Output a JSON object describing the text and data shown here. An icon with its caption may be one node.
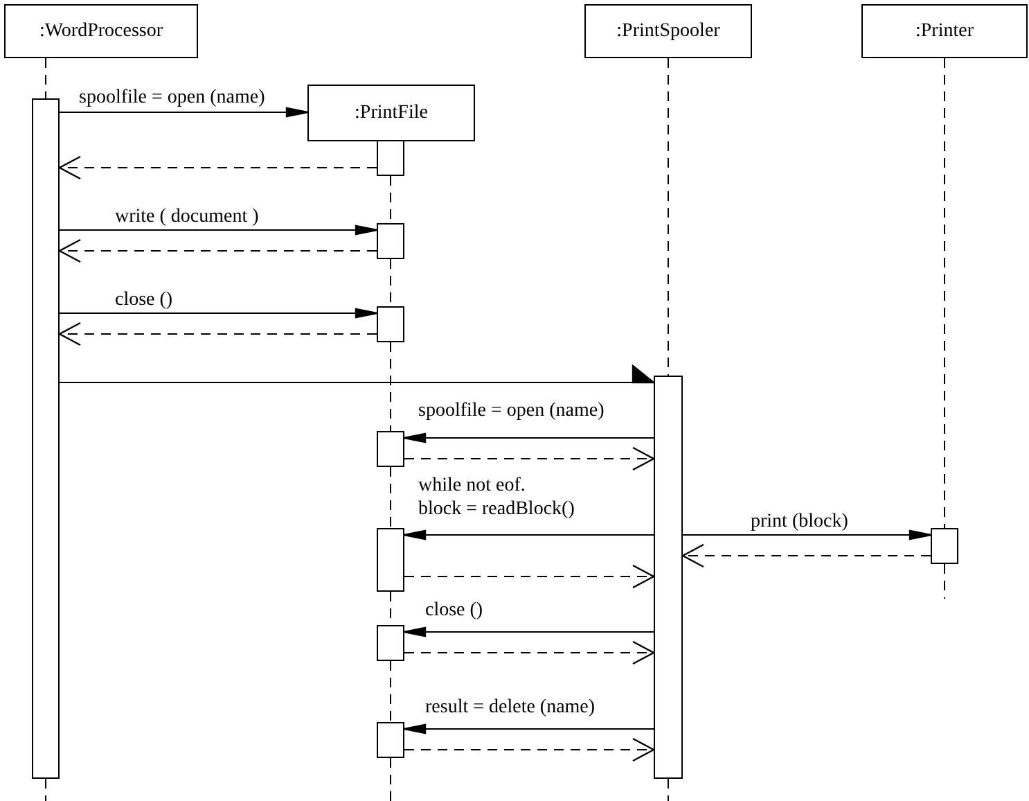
{
  "diagram": {
    "nodes": [
      {
        "text": [
          ":WordProcessor"
        ]
      },
      {
        "text": [
          ":PrintFile"
        ]
      },
      {
        "text": [
          ":PrintSpooler"
        ]
      },
      {
        "text": [
          ":Printer"
        ]
      },
      {
        "text": [],
        "shape": "bar"
      },
      {
        "text": [],
        "shape": "bar"
      },
      {
        "text": [],
        "shape": "bar"
      },
      {
        "text": [],
        "shape": "bar"
      },
      {
        "text": [],
        "shape": "bar"
      },
      {
        "text": [],
        "shape": "bar"
      },
      {
        "text": [],
        "shape": "bar"
      },
      {
        "text": [],
        "shape": "bar"
      },
      {
        "text": [],
        "shape": "bar"
      },
      {
        "text": [],
        "shape": "bar"
      }
    ],
    "edges": [
      {
        "from": 4,
        "to": 1,
        "arrow": "to",
        "label": "spoolfile = open (name)"
      },
      {
        "from": 5,
        "to": 4,
        "arrow": "to",
        "style": "dashed"
      },
      {
        "from": 4,
        "to": 6,
        "arrow": "to",
        "label": "write ( document )"
      },
      {
        "from": 6,
        "to": 4,
        "arrow": "to",
        "style": "dashed"
      },
      {
        "from": 4,
        "to": 7,
        "arrow": "to",
        "label": "close ()"
      },
      {
        "from": 7,
        "to": 4,
        "arrow": "to",
        "style": "dashed"
      },
      {
        "from": 4,
        "to": 12,
        "arrow": "to"
      },
      {
        "from": 12,
        "to": 8,
        "arrow": "to",
        "label": "spoolfile = open (name)"
      },
      {
        "from": 8,
        "to": 12,
        "arrow": "to",
        "style": "dashed"
      },
      {
        "from": 12,
        "to": 9,
        "arrow": "to",
        "label": "while not eof. block = readBlock()"
      },
      {
        "from": 9,
        "to": 12,
        "arrow": "to",
        "style": "dashed"
      },
      {
        "from": 12,
        "to": 13,
        "arrow": "to",
        "label": "print (block)"
      },
      {
        "from": 13,
        "to": 12,
        "arrow": "to",
        "style": "dashed"
      },
      {
        "from": 12,
        "to": 10,
        "arrow": "to",
        "label": "close ()"
      },
      {
        "from": 10,
        "to": 12,
        "arrow": "to",
        "style": "dashed"
      },
      {
        "from": 12,
        "to": 11,
        "arrow": "to",
        "label": "result = delete (name)"
      },
      {
        "from": 11,
        "to": 12,
        "arrow": "to",
        "style": "dashed"
      },
      {
        "from": 0,
        "to": 4,
        "arrow": "none",
        "style": "dashed"
      },
      {
        "from": 2,
        "to": 12,
        "arrow": "none",
        "style": "dashed"
      },
      {
        "from": 3,
        "to": 13,
        "arrow": "none",
        "style": "dashed"
      },
      {
        "from": 5,
        "to": 6,
        "arrow": "none",
        "style": "dashed"
      },
      {
        "from": 6,
        "to": 7,
        "arrow": "none",
        "style": "dashed"
      },
      {
        "from": 7,
        "to": 8,
        "arrow": "none",
        "style": "dashed"
      },
      {
        "from": 8,
        "to": 9,
        "arrow": "none",
        "style": "dashed"
      },
      {
        "from": 9,
        "to": 10,
        "arrow": "none",
        "style": "dashed"
      },
      {
        "from": 10,
        "to": 11,
        "arrow": "none",
        "style": "dashed"
      },
      {
        "from": 4,
        "to": null,
        "arrow": "none",
        "style": "dashed"
      },
      {
        "from": 11,
        "to": null,
        "arrow": "none",
        "style": "dashed"
      },
      {
        "from": 12,
        "to": null,
        "arrow": "none",
        "style": "dashed"
      },
      {
        "from": 13,
        "to": null,
        "arrow": "none",
        "style": "dashed"
      }
    ]
  }
}
